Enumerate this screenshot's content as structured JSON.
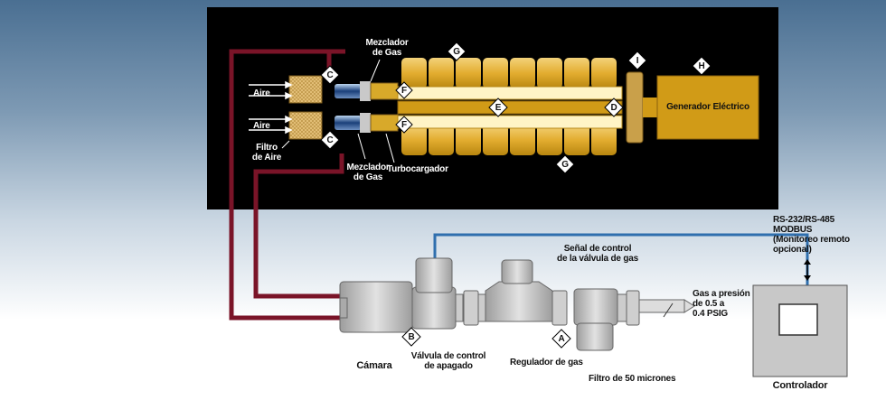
{
  "diagram": {
    "markers": {
      "A": "A",
      "B": "B",
      "C": "C",
      "D": "D",
      "E": "E",
      "F": "F",
      "G": "G",
      "H": "H",
      "I": "I"
    },
    "labels": {
      "mezclador_top": "Mezclador\nde Gas",
      "mezclador_bottom": "Mezclador\nde Gas",
      "aire_top": "Aire",
      "aire_bottom": "Aire",
      "filtro_aire": "Filtro\nde Aire",
      "turbocargador": "Turbocargador",
      "generador": "Generador Eléctrico",
      "senal_control": "Señal de control\nde la válvula de gas",
      "rs232": "RS-232/RS-485\nMODBUS\n(Monitoreo remoto\nopcional)",
      "gas_presion": "Gas a presión\nde 0.5 a\n0.4 PSIG",
      "camara": "Cámara",
      "valvula": "Válvula de control\nde apagado",
      "regulador": "Regulador de gas",
      "filtro_micrones": "Filtro de 50 micrones",
      "controlador": "Controlador"
    },
    "colors": {
      "panel": "#000000",
      "tan": "#d8a92a",
      "tan_light": "#e9c872",
      "gold": "#d19b17",
      "pipe_red": "#7a1428",
      "pipe_blue": "#2f6fae",
      "grey": "#c8c8c8",
      "yellow_light": "#fff4c6"
    }
  }
}
